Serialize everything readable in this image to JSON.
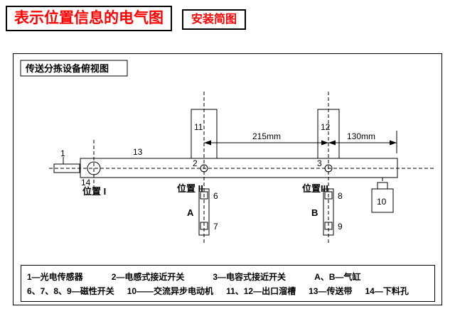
{
  "header": {
    "title": "表示位置信息的电气图",
    "subtitle": "安装简图"
  },
  "diagram": {
    "caption": "传送分拣设备俯视图",
    "labels": {
      "n1": "1",
      "n2": "2",
      "n3": "3",
      "n6": "6",
      "n7": "7",
      "n8": "8",
      "n9": "9",
      "n10": "10",
      "n11": "11",
      "n12": "12",
      "n13": "13",
      "n14": "14",
      "pos1": "位置 I",
      "pos2": "位置 II",
      "pos3": "位置III",
      "cylA": "A",
      "cylB": "B",
      "dim215": "215mm",
      "dim130": "130mm"
    }
  },
  "legend": {
    "row1": [
      "1—光电传感器",
      "2—电感式接近开关",
      "3—电容式接近开关",
      "A、B—气缸"
    ],
    "row2": [
      "6、7、8、9—磁性开关",
      "10——交流异步电动机",
      "11、12—出口溜槽",
      "13—传送带",
      "14—下料孔"
    ]
  },
  "colors": {
    "title_red": "#ff0000",
    "line_black": "#000000"
  }
}
